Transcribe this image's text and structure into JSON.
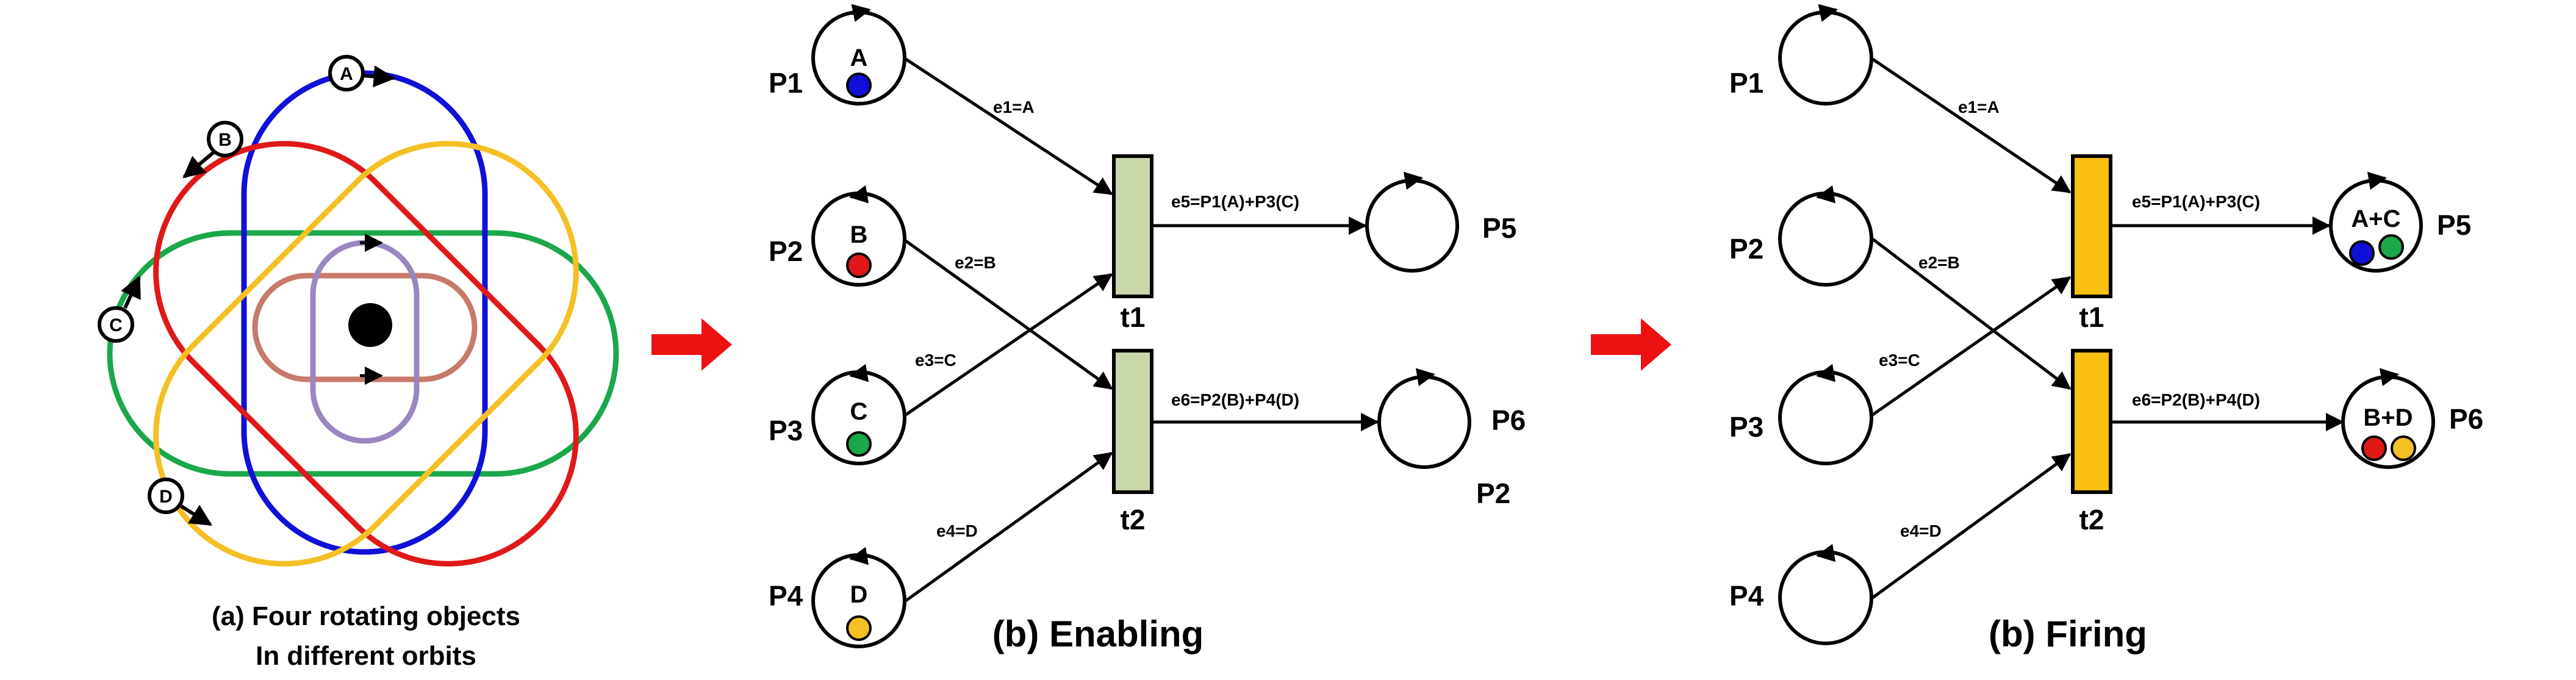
{
  "panel_a": {
    "object_labels": {
      "a": "A",
      "b": "B",
      "c": "C",
      "d": "D"
    },
    "caption_line1": "(a) Four rotating objects",
    "caption_line2": "In different orbits",
    "colors": {
      "blue": "#1010d8",
      "red": "#e01818",
      "green": "#1aa84a",
      "yellow": "#f5c024",
      "brown": "#c87a6a",
      "purple": "#9a86c0",
      "center": "#000000"
    }
  },
  "panel_b": {
    "places": {
      "p1": "P1",
      "p2": "P2",
      "p3": "P3",
      "p4": "P4",
      "p5": "P5",
      "p6": "P6"
    },
    "tokens": {
      "p1": "A",
      "p2": "B",
      "p3": "C",
      "p4": "D"
    },
    "transitions": {
      "t1": "t1",
      "t2": "t2"
    },
    "arcs": {
      "e1": "e1=A",
      "e2": "e2=B",
      "e3": "e3=C",
      "e4": "e4=D",
      "e5": "e5=P1(A)+P3(C)",
      "e6": "e6=P2(B)+P4(D)"
    },
    "stray_label": "P2",
    "caption": "(b) Enabling",
    "colors": {
      "transition": "#c8d8a8"
    }
  },
  "panel_c": {
    "places": {
      "p1": "P1",
      "p2": "P2",
      "p3": "P3",
      "p4": "P4",
      "p5": "P5",
      "p6": "P6"
    },
    "tokens": {
      "p5": "A+C",
      "p6": "B+D"
    },
    "transitions": {
      "t1": "t1",
      "t2": "t2"
    },
    "arcs": {
      "e1": "e1=A",
      "e2": "e2=B",
      "e3": "e3=C",
      "e4": "e4=D",
      "e5": "e5=P1(A)+P3(C)",
      "e6": "e6=P2(B)+P4(D)"
    },
    "caption": "(b) Firing",
    "colors": {
      "transition": "#fbbf10"
    }
  },
  "token_colors": {
    "a": "#1010d8",
    "b": "#e01818",
    "c": "#1aa84a",
    "d": "#f5c024"
  },
  "arrow_color": "#ee1111"
}
